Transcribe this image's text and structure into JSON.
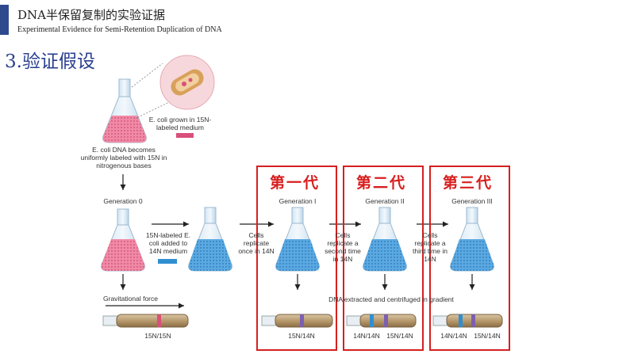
{
  "header": {
    "title_cn": "DNA半保留复制的实验证据",
    "title_en": "Experimental Evidence for Semi-Retention Duplication of DNA"
  },
  "section_title": "3.验证假设",
  "figure": {
    "ecoli_grown_label": "E. coli grown in 15N-labeled medium",
    "ecoli_dna_label": "E. coli DNA becomes uniformly labeled with 15N in nitrogenous bases",
    "gen0_label": "Generation 0",
    "gen1_label": "Generation I",
    "gen2_label": "Generation II",
    "gen3_label": "Generation III",
    "added_label": "15N-labeled E. coli added to 14N medium",
    "replicate_once": "Cells replicate once in 14N",
    "replicate_second": "Cells replicate a second time in 14N",
    "replicate_third": "Cells replicate a third time in 14N",
    "gravitational_force": "Gravitational force",
    "dna_extracted": "DNA extracted and centrifuged in gradient",
    "band_15_15": "15N/15N",
    "band_15_14": "15N/14N",
    "band_14_14": "14N/14N",
    "gen1_cn": "第一代",
    "gen2_cn": "第二代",
    "gen3_cn": "第三代"
  },
  "colors": {
    "header_bar": "#2e4a8c",
    "section_title": "#2a3f8f",
    "highlight_red": "#d62020",
    "heavy_medium": "#d9507a",
    "light_medium": "#2f8fd0"
  }
}
